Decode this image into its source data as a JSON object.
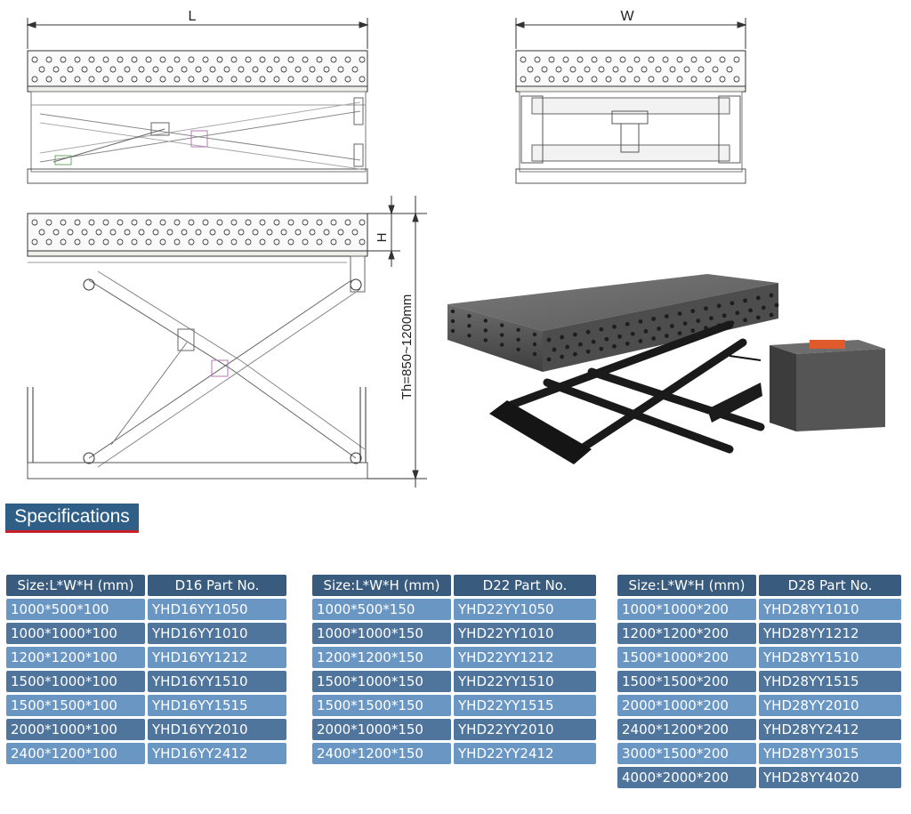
{
  "drawings": {
    "dim_length": "L",
    "dim_width": "W",
    "dim_height": "H",
    "dim_total_height": "Th=850~1200mm"
  },
  "section_title": "Specifications",
  "tables": [
    {
      "headers": [
        "Size:L*W*H (mm)",
        "D16 Part No."
      ],
      "rows": [
        [
          "1000*500*100",
          "YHD16YY1050"
        ],
        [
          "1000*1000*100",
          "YHD16YY1010"
        ],
        [
          "1200*1200*100",
          "YHD16YY1212"
        ],
        [
          "1500*1000*100",
          "YHD16YY1510"
        ],
        [
          "1500*1500*100",
          "YHD16YY1515"
        ],
        [
          "2000*1000*100",
          "YHD16YY2010"
        ],
        [
          "2400*1200*100",
          "YHD16YY2412"
        ]
      ]
    },
    {
      "headers": [
        "Size:L*W*H (mm)",
        "D22 Part No."
      ],
      "rows": [
        [
          "1000*500*150",
          "YHD22YY1050"
        ],
        [
          "1000*1000*150",
          "YHD22YY1010"
        ],
        [
          "1200*1200*150",
          "YHD22YY1212"
        ],
        [
          "1500*1000*150",
          "YHD22YY1510"
        ],
        [
          "1500*1500*150",
          "YHD22YY1515"
        ],
        [
          "2000*1000*150",
          "YHD22YY2010"
        ],
        [
          "2400*1200*150",
          "YHD22YY2412"
        ]
      ]
    },
    {
      "headers": [
        "Size:L*W*H (mm)",
        "D28 Part No."
      ],
      "rows": [
        [
          "1000*1000*200",
          "YHD28YY1010"
        ],
        [
          "1200*1200*200",
          "YHD28YY1212"
        ],
        [
          "1500*1000*200",
          "YHD28YY1510"
        ],
        [
          "1500*1500*200",
          "YHD28YY1515"
        ],
        [
          "2000*1000*200",
          "YHD28YY2010"
        ],
        [
          "2400*1200*200",
          "YHD28YY2412"
        ],
        [
          "3000*1500*200",
          "YHD28YY3015"
        ],
        [
          "4000*2000*200",
          "YHD28YY4020"
        ]
      ]
    }
  ],
  "colors": {
    "header_bg": "#395b7e",
    "row_light": "#6a96c4",
    "row_dark": "#50759c",
    "title_bg": "#2f5e86",
    "title_underline": "#c7202a"
  }
}
